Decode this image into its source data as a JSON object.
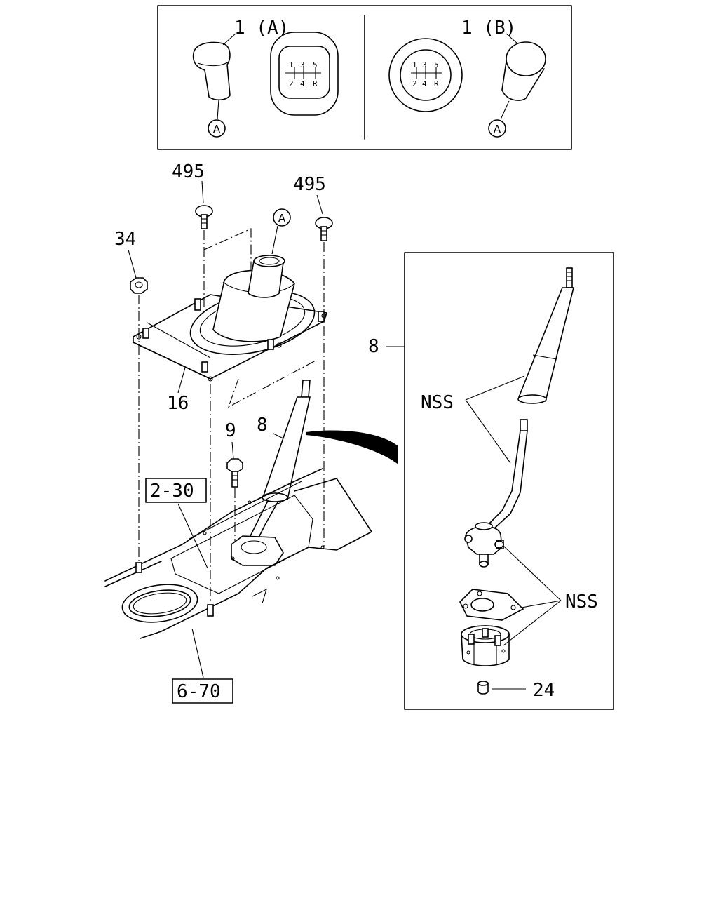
{
  "labels": {
    "knob_a": "1 (A)",
    "knob_b": "1 (B)",
    "ref_a": "A",
    "bolt_495_left": "495",
    "bolt_495_right": "495",
    "nut_34": "34",
    "boot_16": "16",
    "bolt_9": "9",
    "lever_8_main": "8",
    "lever_8_detail": "8",
    "ref_2_30": "2-30",
    "ref_6_70": "6-70",
    "nss_upper": "NSS",
    "nss_lower": "NSS",
    "part_24": "24"
  },
  "shift_patterns": {
    "top_row": [
      "1",
      "3",
      "5"
    ],
    "bottom_row": [
      "2",
      "4",
      "R"
    ]
  }
}
